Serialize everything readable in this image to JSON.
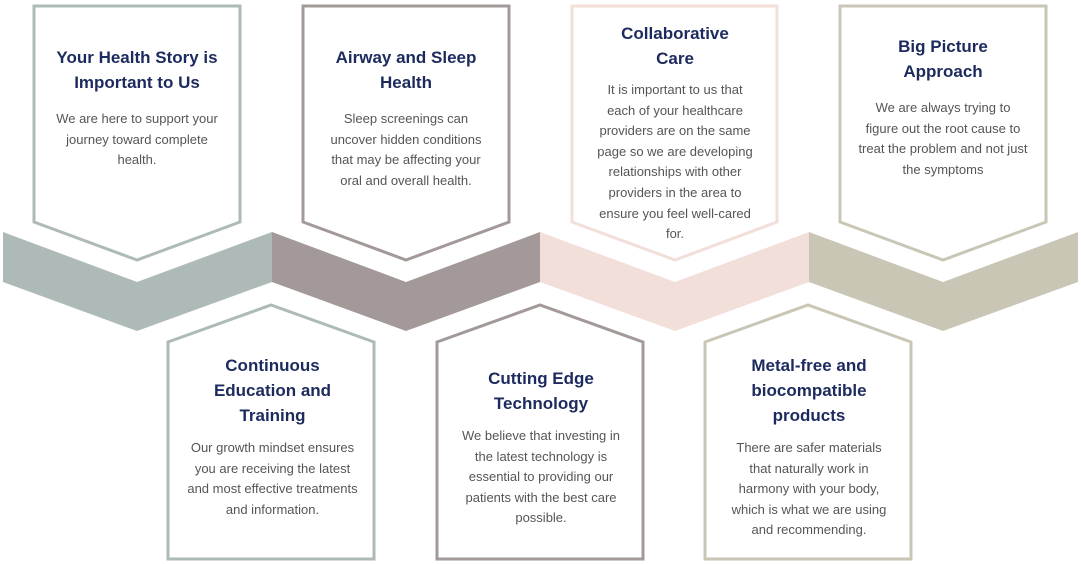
{
  "colors": {
    "sage": "#adbab7",
    "mauve": "#a39999",
    "pink": "#f2dfda",
    "khaki": "#c9c6b5",
    "title": "#1c2a5e",
    "body": "#555555"
  },
  "top_cards": [
    {
      "title": "Your Health Story is Important to Us",
      "body": "We are here to support your journey toward complete health."
    },
    {
      "title": "Airway and Sleep Health",
      "body": "Sleep screenings can uncover hidden conditions that may be affecting your oral and overall health."
    },
    {
      "title": "Collaborative Care",
      "body": "It is important to us that each of your healthcare providers are on the same page so we are developing relationships with other providers in the area to ensure you feel well-cared for."
    },
    {
      "title": "Big Picture Approach",
      "body": "We are always trying to figure out the root cause to treat the problem and not just the symptoms"
    }
  ],
  "bottom_cards": [
    {
      "title": "Continuous Education and Training",
      "body": "Our growth mindset ensures you are receiving the latest and most effective treatments and information."
    },
    {
      "title": "Cutting Edge Technology",
      "body": "We believe that investing in the latest technology is essential to providing our patients with the best care possible."
    },
    {
      "title": "Metal-free and biocompatible products",
      "body": "There are safer materials that naturally work in harmony with your body, which is what we are using and recommending."
    }
  ]
}
